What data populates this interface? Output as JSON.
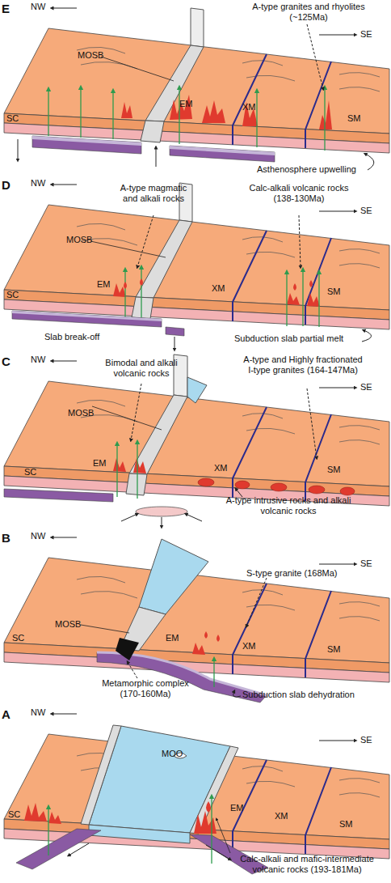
{
  "diagram": {
    "labels": [
      "E",
      "NW",
      "SE",
      "A-type granites and rhyolites (~125Ma)",
      "MOSB",
      "SC",
      "EM",
      "XM",
      "SM",
      "Asthenosphere upwelling",
      "D",
      "NW",
      "SE",
      "A-type magmatic and alkali rocks",
      "Calc-alkali volcanic rocks (138-130Ma)",
      "MOSB",
      "SC",
      "EM",
      "XM",
      "SM",
      "Slab break-off",
      "Subduction slab partial melt",
      "C",
      "NW",
      "SE",
      "Bimodal and alkali volcanic rocks",
      "A-type and Highly fractionated I-type granites (164-147Ma)",
      "MOSB",
      "SC",
      "EM",
      "XM",
      "SM",
      "A-type intrusive rocks and alkali volcanic rocks",
      "B",
      "NW",
      "SE",
      "S-type granite (168Ma)",
      "MOSB",
      "SC",
      "EM",
      "XM",
      "SM",
      "Metamorphic complex (170-160Ma)",
      "Subduction slab dehydration",
      "A",
      "NW",
      "SE",
      "MOO",
      "SC",
      "EM",
      "XM",
      "SM",
      "Calc-alkali and mafic-intermediate volcanic rocks (193-181Ma)"
    ]
  }
}
